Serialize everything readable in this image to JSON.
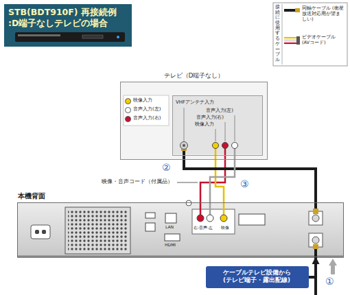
{
  "diagram": {
    "title": "STB(BDT910F) 再接続例 :D端子なしテレビの場合",
    "nodes": [
      {
        "text": [
          "テレビ（D端子なし）"
        ]
      },
      {
        "text": [
          "VHFアンテナ入力",
          "音声入力(左)",
          "音声入力(右)",
          "映像入力"
        ],
        "in": 0
      },
      {
        "text": [
          "本機背面",
          "LAN",
          "HDMI",
          "右-音声-左",
          "映像"
        ]
      },
      {
        "text": [
          "ケーブルテレビ設備から (テレビ端子・露出配線)"
        ]
      }
    ],
    "edges": [
      {
        "from": 2,
        "to": 0,
        "arrow": "none",
        "label": "②"
      },
      {
        "from": 2,
        "to": 0,
        "arrow": "none",
        "label": "③"
      },
      {
        "from": 3,
        "to": 2,
        "arrow": "to",
        "label": "①"
      }
    ],
    "labels": [
      "接続に使用するケーブル",
      "映像・音声コード（付属品）"
    ],
    "legend": [
      {
        "text": "同軸ケーブル (衛星放送対応用が望ましい)"
      },
      {
        "text": "ビデオケーブル (AVコード)"
      },
      {
        "text": "映像入力",
        "color": "#f2cf00"
      },
      {
        "text": "音声入力(左)",
        "color": "#ffffff"
      },
      {
        "text": "音声入力(右)",
        "color": "#c8102e"
      }
    ]
  }
}
